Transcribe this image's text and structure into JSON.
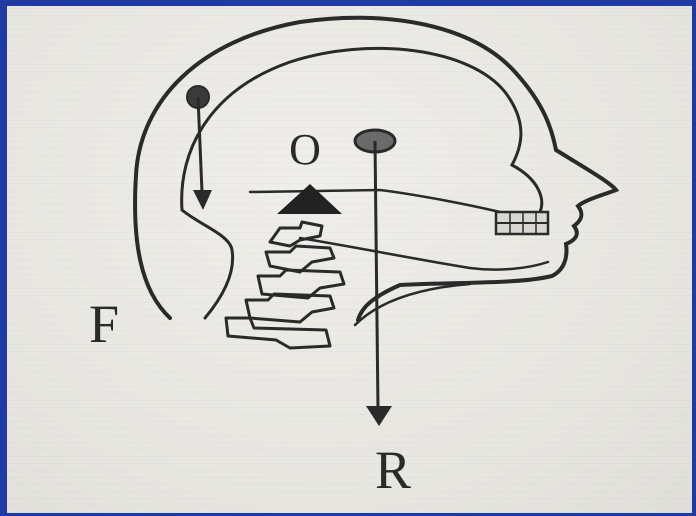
{
  "diagram": {
    "labels": {
      "fulcrum": "O",
      "force": "F",
      "resistance": "R"
    },
    "colors": {
      "frame": "#1f3aa3",
      "paper": "#e9e8e3",
      "ink": "#2a2a2a"
    }
  }
}
